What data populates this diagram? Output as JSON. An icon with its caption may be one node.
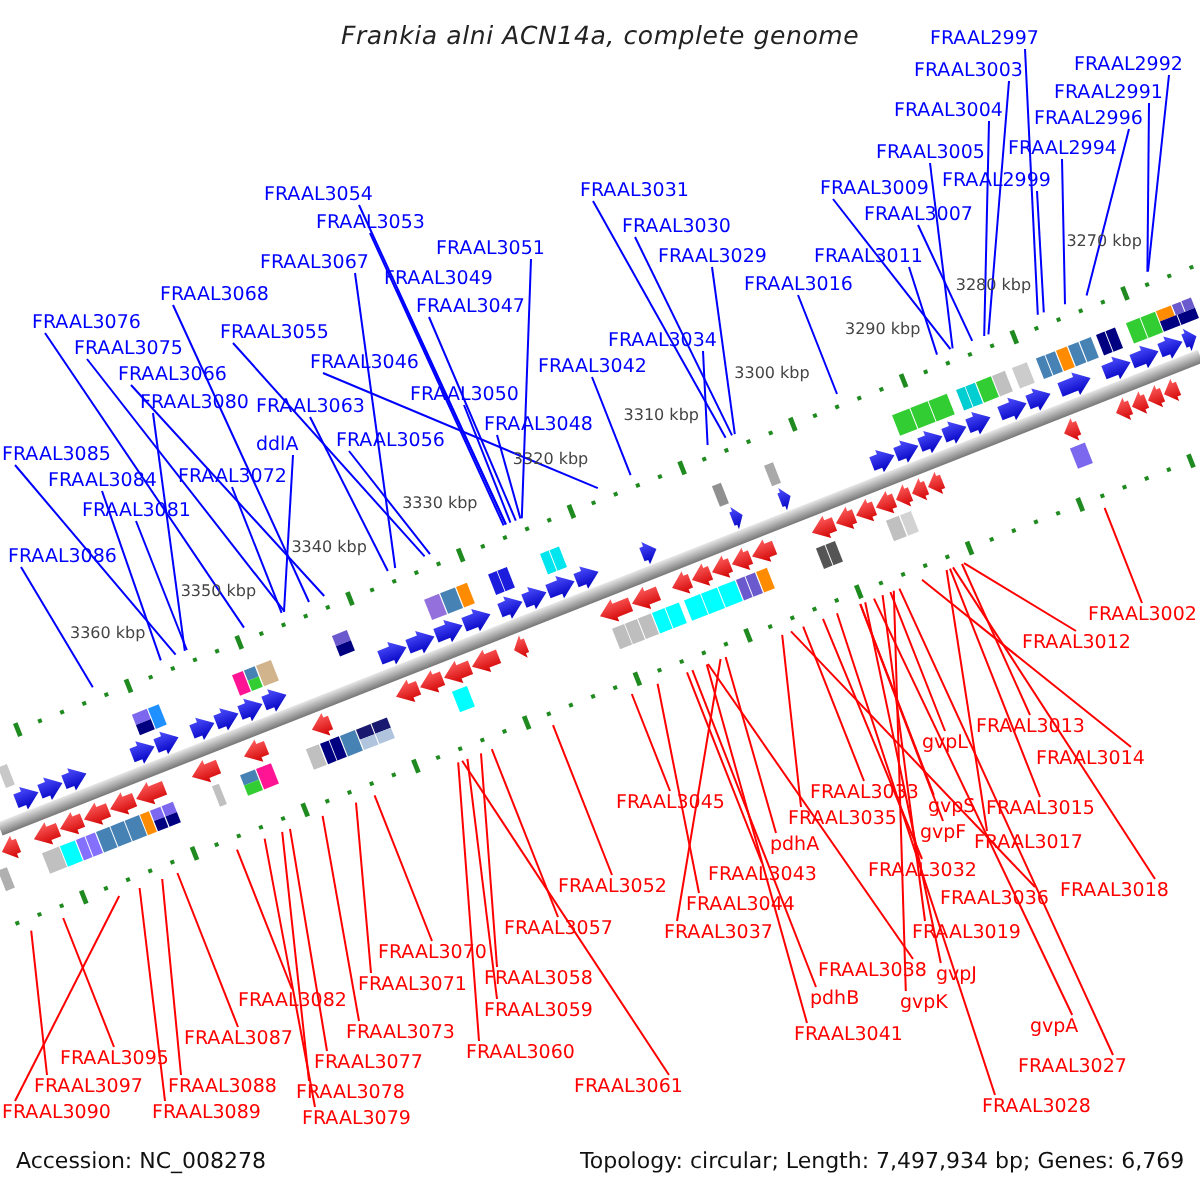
{
  "diagram": {
    "title": "Frankia alni ACN14a, complete genome",
    "nodes": [
      {
        "text": [
          "FRAAL2997"
        ]
      },
      {
        "text": [
          "FRAAL2992"
        ]
      },
      {
        "text": [
          "FRAAL3003"
        ]
      },
      {
        "text": [
          "FRAAL2991"
        ]
      },
      {
        "text": [
          "FRAAL3004"
        ]
      },
      {
        "text": [
          "FRAAL2996"
        ]
      },
      {
        "text": [
          "FRAAL3005"
        ]
      },
      {
        "text": [
          "FRAAL2994"
        ]
      },
      {
        "text": [
          "FRAAL2999"
        ]
      },
      {
        "text": [
          "FRAAL3054"
        ]
      },
      {
        "text": [
          "FRAAL3009"
        ]
      },
      {
        "text": [
          "FRAAL3031"
        ]
      },
      {
        "text": [
          "FRAAL3007"
        ]
      },
      {
        "text": [
          "FRAAL3053"
        ]
      },
      {
        "text": [
          "FRAAL3030"
        ]
      },
      {
        "text": [
          "FRAAL3051"
        ]
      },
      {
        "text": [
          "FRAAL3029"
        ]
      },
      {
        "text": [
          "FRAAL3011"
        ]
      },
      {
        "text": [
          "FRAAL3049"
        ]
      },
      {
        "text": [
          "FRAAL3016"
        ]
      },
      {
        "text": [
          "FRAAL3047"
        ]
      },
      {
        "text": [
          "FRAAL3067"
        ]
      },
      {
        "text": [
          "FRAAL3046"
        ]
      },
      {
        "text": [
          "FRAAL3055"
        ]
      },
      {
        "text": [
          "FRAAL3034"
        ]
      },
      {
        "text": [
          "FRAAL3068"
        ]
      },
      {
        "text": [
          "FRAAL3080"
        ]
      },
      {
        "text": [
          "FRAAL3042"
        ]
      },
      {
        "text": [
          "FRAAL3048"
        ]
      },
      {
        "text": [
          "FRAAL3066"
        ]
      },
      {
        "text": [
          "FRAAL3076"
        ]
      },
      {
        "text": [
          "FRAAL3050"
        ]
      },
      {
        "text": [
          "FRAAL3063"
        ]
      },
      {
        "text": [
          "FRAAL3075"
        ]
      },
      {
        "text": [
          "FRAAL3056"
        ]
      },
      {
        "text": [
          "ddlA"
        ]
      },
      {
        "text": [
          "FRAAL3085"
        ]
      },
      {
        "text": [
          "FRAAL3072"
        ]
      },
      {
        "text": [
          "FRAAL3084"
        ]
      },
      {
        "text": [
          "FRAAL3081"
        ]
      },
      {
        "text": [
          "FRAAL3086"
        ]
      },
      {
        "text": [
          "FRAAL3002"
        ]
      },
      {
        "text": [
          "FRAAL3012"
        ]
      },
      {
        "text": [
          "FRAAL3013"
        ]
      },
      {
        "text": [
          "gvpL"
        ]
      },
      {
        "text": [
          "FRAAL3014"
        ]
      },
      {
        "text": [
          "gvpS"
        ]
      },
      {
        "text": [
          "FRAAL3033"
        ]
      },
      {
        "text": [
          "FRAAL3045"
        ]
      },
      {
        "text": [
          "FRAAL3015"
        ]
      },
      {
        "text": [
          "FRAAL3035"
        ]
      },
      {
        "text": [
          "gvpF"
        ]
      },
      {
        "text": [
          "pdhA"
        ]
      },
      {
        "text": [
          "FRAAL3017"
        ]
      },
      {
        "text": [
          "FRAAL3032"
        ]
      },
      {
        "text": [
          "FRAAL3043"
        ]
      },
      {
        "text": [
          "FRAAL3052"
        ]
      },
      {
        "text": [
          "FRAAL3018"
        ]
      },
      {
        "text": [
          "FRAAL3036"
        ]
      },
      {
        "text": [
          "FRAAL3044"
        ]
      },
      {
        "text": [
          "FRAAL3057"
        ]
      },
      {
        "text": [
          "FRAAL3019"
        ]
      },
      {
        "text": [
          "FRAAL3037"
        ]
      },
      {
        "text": [
          "FRAAL3070"
        ]
      },
      {
        "text": [
          "gvpJ"
        ]
      },
      {
        "text": [
          "FRAAL3038"
        ]
      },
      {
        "text": [
          "FRAAL3058"
        ]
      },
      {
        "text": [
          "FRAAL3071"
        ]
      },
      {
        "text": [
          "gvpK"
        ]
      },
      {
        "text": [
          "pdhB"
        ]
      },
      {
        "text": [
          "FRAAL3082"
        ]
      },
      {
        "text": [
          "FRAAL3073"
        ]
      },
      {
        "text": [
          "FRAAL3059"
        ]
      },
      {
        "text": [
          "gvpA"
        ]
      },
      {
        "text": [
          "FRAAL3041"
        ]
      },
      {
        "text": [
          "FRAAL3087"
        ]
      },
      {
        "text": [
          "FRAAL3077"
        ]
      },
      {
        "text": [
          "FRAAL3060"
        ]
      },
      {
        "text": [
          "FRAAL3095"
        ]
      },
      {
        "text": [
          "FRAAL3088"
        ]
      },
      {
        "text": [
          "FRAAL3027"
        ]
      },
      {
        "text": [
          "FRAAL3078"
        ]
      },
      {
        "text": [
          "FRAAL3097"
        ]
      },
      {
        "text": [
          "FRAAL3089"
        ]
      },
      {
        "text": [
          "FRAAL3061"
        ]
      },
      {
        "text": [
          "FRAAL3079"
        ]
      },
      {
        "text": [
          "FRAAL3028"
        ]
      },
      {
        "text": [
          "FRAAL3090"
        ]
      }
    ],
    "edges": [
      {
        "from": 0,
        "to": null,
        "arrow": "none",
        "color": "#0000ff"
      },
      {
        "from": 1,
        "to": null,
        "arrow": "none",
        "color": "#0000ff"
      },
      {
        "from": 2,
        "to": null,
        "arrow": "none",
        "color": "#0000ff"
      },
      {
        "from": 3,
        "to": null,
        "arrow": "none",
        "color": "#0000ff"
      },
      {
        "from": 4,
        "to": null,
        "arrow": "none",
        "color": "#0000ff"
      },
      {
        "from": 5,
        "to": null,
        "arrow": "none",
        "color": "#0000ff"
      },
      {
        "from": 6,
        "to": null,
        "arrow": "none",
        "color": "#0000ff"
      },
      {
        "from": 7,
        "to": null,
        "arrow": "none",
        "color": "#0000ff"
      },
      {
        "from": 8,
        "to": null,
        "arrow": "none",
        "color": "#0000ff"
      },
      {
        "from": 9,
        "to": null,
        "arrow": "none",
        "color": "#0000ff"
      },
      {
        "from": 10,
        "to": null,
        "arrow": "none",
        "color": "#0000ff"
      },
      {
        "from": 11,
        "to": null,
        "arrow": "none",
        "color": "#0000ff"
      },
      {
        "from": 12,
        "to": null,
        "arrow": "none",
        "color": "#0000ff"
      },
      {
        "from": 13,
        "to": null,
        "arrow": "none",
        "color": "#0000ff"
      },
      {
        "from": 14,
        "to": null,
        "arrow": "none",
        "color": "#0000ff"
      },
      {
        "from": 15,
        "to": null,
        "arrow": "none",
        "color": "#0000ff"
      },
      {
        "from": 16,
        "to": null,
        "arrow": "none",
        "color": "#0000ff"
      },
      {
        "from": 17,
        "to": null,
        "arrow": "none",
        "color": "#0000ff"
      },
      {
        "from": 18,
        "to": null,
        "arrow": "none",
        "color": "#0000ff"
      },
      {
        "from": 19,
        "to": null,
        "arrow": "none",
        "color": "#0000ff"
      },
      {
        "from": 20,
        "to": null,
        "arrow": "none",
        "color": "#0000ff"
      },
      {
        "from": 21,
        "to": null,
        "arrow": "none",
        "color": "#0000ff"
      },
      {
        "from": 22,
        "to": null,
        "arrow": "none",
        "color": "#0000ff"
      },
      {
        "from": 23,
        "to": null,
        "arrow": "none",
        "color": "#0000ff"
      },
      {
        "from": 24,
        "to": null,
        "arrow": "none",
        "color": "#0000ff"
      },
      {
        "from": 25,
        "to": null,
        "arrow": "none",
        "color": "#0000ff"
      },
      {
        "from": 26,
        "to": null,
        "arrow": "none",
        "color": "#0000ff"
      },
      {
        "from": 27,
        "to": null,
        "arrow": "none",
        "color": "#0000ff"
      },
      {
        "from": 28,
        "to": null,
        "arrow": "none",
        "color": "#0000ff"
      },
      {
        "from": 29,
        "to": null,
        "arrow": "none",
        "color": "#0000ff"
      },
      {
        "from": 30,
        "to": null,
        "arrow": "none",
        "color": "#0000ff"
      },
      {
        "from": 31,
        "to": null,
        "arrow": "none",
        "color": "#0000ff"
      },
      {
        "from": 32,
        "to": null,
        "arrow": "none",
        "color": "#0000ff"
      },
      {
        "from": 33,
        "to": null,
        "arrow": "none",
        "color": "#0000ff"
      },
      {
        "from": 34,
        "to": null,
        "arrow": "none",
        "color": "#0000ff"
      },
      {
        "from": 35,
        "to": null,
        "arrow": "none",
        "color": "#0000ff"
      },
      {
        "from": 36,
        "to": null,
        "arrow": "none",
        "color": "#0000ff"
      },
      {
        "from": 37,
        "to": null,
        "arrow": "none",
        "color": "#0000ff"
      },
      {
        "from": 38,
        "to": null,
        "arrow": "none",
        "color": "#0000ff"
      },
      {
        "from": 39,
        "to": null,
        "arrow": "none",
        "color": "#0000ff"
      },
      {
        "from": 40,
        "to": null,
        "arrow": "none",
        "color": "#0000ff"
      },
      {
        "from": 41,
        "to": null,
        "arrow": "none"
      },
      {
        "from": 42,
        "to": null,
        "arrow": "none"
      },
      {
        "from": 43,
        "to": null,
        "arrow": "none"
      },
      {
        "from": 44,
        "to": null,
        "arrow": "none"
      },
      {
        "from": 45,
        "to": null,
        "arrow": "none"
      },
      {
        "from": 46,
        "to": null,
        "arrow": "none"
      },
      {
        "from": 47,
        "to": null,
        "arrow": "none"
      },
      {
        "from": 48,
        "to": null,
        "arrow": "none"
      },
      {
        "from": 49,
        "to": null,
        "arrow": "none"
      },
      {
        "from": 50,
        "to": null,
        "arrow": "none"
      },
      {
        "from": 51,
        "to": null,
        "arrow": "none"
      },
      {
        "from": 52,
        "to": null,
        "arrow": "none"
      },
      {
        "from": 53,
        "to": null,
        "arrow": "none"
      },
      {
        "from": 54,
        "to": null,
        "arrow": "none"
      },
      {
        "from": 55,
        "to": null,
        "arrow": "none"
      },
      {
        "from": 56,
        "to": null,
        "arrow": "none"
      },
      {
        "from": 57,
        "to": null,
        "arrow": "none"
      },
      {
        "from": 58,
        "to": null,
        "arrow": "none"
      },
      {
        "from": 59,
        "to": null,
        "arrow": "none"
      },
      {
        "from": 60,
        "to": null,
        "arrow": "none"
      },
      {
        "from": 61,
        "to": null,
        "arrow": "none"
      },
      {
        "from": 62,
        "to": null,
        "arrow": "none"
      },
      {
        "from": 63,
        "to": null,
        "arrow": "none"
      },
      {
        "from": 64,
        "to": null,
        "arrow": "none"
      },
      {
        "from": 65,
        "to": null,
        "arrow": "none"
      },
      {
        "from": 66,
        "to": null,
        "arrow": "none"
      },
      {
        "from": 67,
        "to": null,
        "arrow": "none"
      },
      {
        "from": 68,
        "to": null,
        "arrow": "none"
      },
      {
        "from": 69,
        "to": null,
        "arrow": "none"
      },
      {
        "from": 70,
        "to": null,
        "arrow": "none"
      },
      {
        "from": 71,
        "to": null,
        "arrow": "none"
      },
      {
        "from": 72,
        "to": null,
        "arrow": "none"
      },
      {
        "from": 73,
        "to": null,
        "arrow": "none"
      },
      {
        "from": 74,
        "to": null,
        "arrow": "none"
      },
      {
        "from": 75,
        "to": null,
        "arrow": "none"
      },
      {
        "from": 76,
        "to": null,
        "arrow": "none"
      },
      {
        "from": 77,
        "to": null,
        "arrow": "none"
      },
      {
        "from": 78,
        "to": null,
        "arrow": "none"
      },
      {
        "from": 79,
        "to": null,
        "arrow": "none"
      },
      {
        "from": 80,
        "to": null,
        "arrow": "none"
      },
      {
        "from": 81,
        "to": null,
        "arrow": "none"
      },
      {
        "from": 82,
        "to": null,
        "arrow": "none"
      },
      {
        "from": 83,
        "to": null,
        "arrow": "none"
      },
      {
        "from": 84,
        "to": null,
        "arrow": "none"
      },
      {
        "from": 85,
        "to": null,
        "arrow": "none"
      },
      {
        "from": 86,
        "to": null,
        "arrow": "none"
      },
      {
        "from": 87,
        "to": null,
        "arrow": "none"
      }
    ],
    "labels": [
      "3270 kbp",
      "3280 kbp",
      "3290 kbp",
      "3300 kbp",
      "3310 kbp",
      "3320 kbp",
      "3330 kbp",
      "3340 kbp",
      "3350 kbp",
      "3360 kbp",
      "Accession: NC_008278",
      "Topology: circular; Length: 7,497,934 bp; Genes: 6,769"
    ]
  }
}
